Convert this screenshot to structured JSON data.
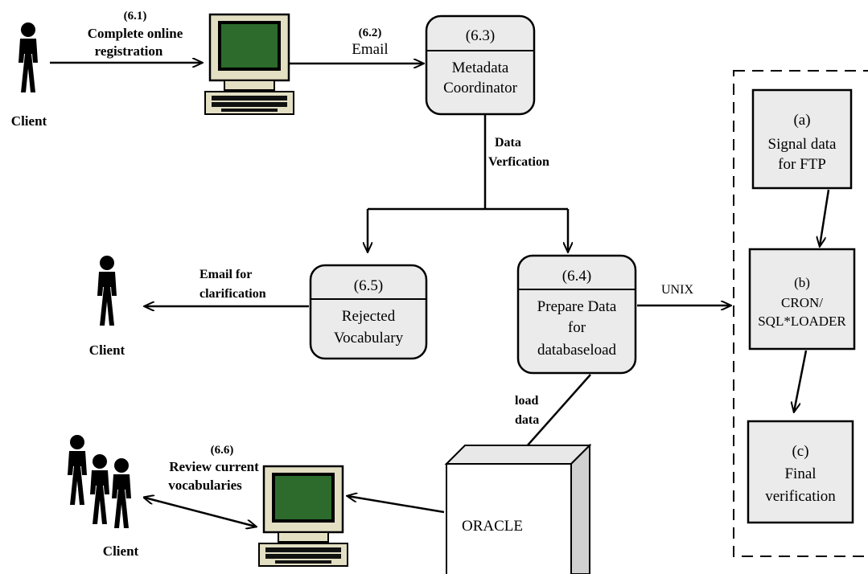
{
  "clients": {
    "top_label": "Client",
    "middle_label": "Client",
    "bottom_label": "Client"
  },
  "steps": {
    "s61": {
      "num": "(6.1)",
      "line1": "Complete online",
      "line2": "registration"
    },
    "s62": {
      "num": "(6.2)",
      "line1": "Email"
    },
    "s66": {
      "num": "(6.6)",
      "line1": "Review current",
      "line2": "vocabularies"
    }
  },
  "processes": {
    "p63": {
      "num": "(6.3)",
      "line1": "Metadata",
      "line2": "Coordinator"
    },
    "p64": {
      "num": "(6.4)",
      "line1": "Prepare Data",
      "line2": "for",
      "line3": "databaseload"
    },
    "p65": {
      "num": "(6.5)",
      "line1": "Rejected",
      "line2": "Vocabulary"
    }
  },
  "flows": {
    "data_verification_1": "Data",
    "data_verification_2": "Verfication",
    "email_clarification_1": "Email for",
    "email_clarification_2": "clarification",
    "unix": "UNIX",
    "load_data_1": "load",
    "load_data_2": "data"
  },
  "database": {
    "label": "ORACLE"
  },
  "unix_steps": {
    "a": {
      "num": "(a)",
      "line1": "Signal data",
      "line2": "for FTP"
    },
    "b": {
      "num": "(b)",
      "line1": "CRON/",
      "line2": "SQL*LOADER"
    },
    "c": {
      "num": "(c)",
      "line1": "Final",
      "line2": "verification"
    }
  },
  "icons": [
    "person-icon",
    "computer-icon",
    "database-cube-icon"
  ]
}
